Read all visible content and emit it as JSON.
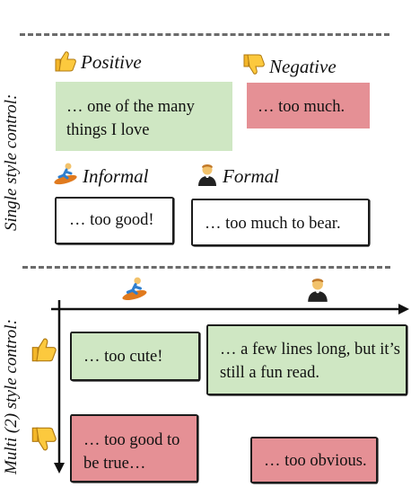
{
  "partial_top": "",
  "section_single": {
    "label": "Single style control:",
    "positive": {
      "label": "Positive",
      "text": "… one of the many things I love"
    },
    "negative": {
      "label": "Negative",
      "text": "… too much."
    },
    "informal": {
      "label": "Informal",
      "text": "… too good!"
    },
    "formal": {
      "label": "Formal",
      "text": "… too much to bear."
    }
  },
  "section_multi": {
    "label": "Multi (2) style control:",
    "cells": {
      "pos_informal": "… too cute!",
      "pos_formal": "… a few lines long, but it’s still a fun read.",
      "neg_informal": "… too good to be true…",
      "neg_formal": "… too obvious."
    }
  },
  "icons": {
    "positive": "thumbs-up-icon",
    "negative": "thumbs-down-icon",
    "informal": "surfer-icon",
    "formal": "person-in-tuxedo-icon"
  },
  "colors": {
    "positive": "#cfe7c3",
    "negative": "#e59095",
    "border": "#1b1b1b"
  }
}
